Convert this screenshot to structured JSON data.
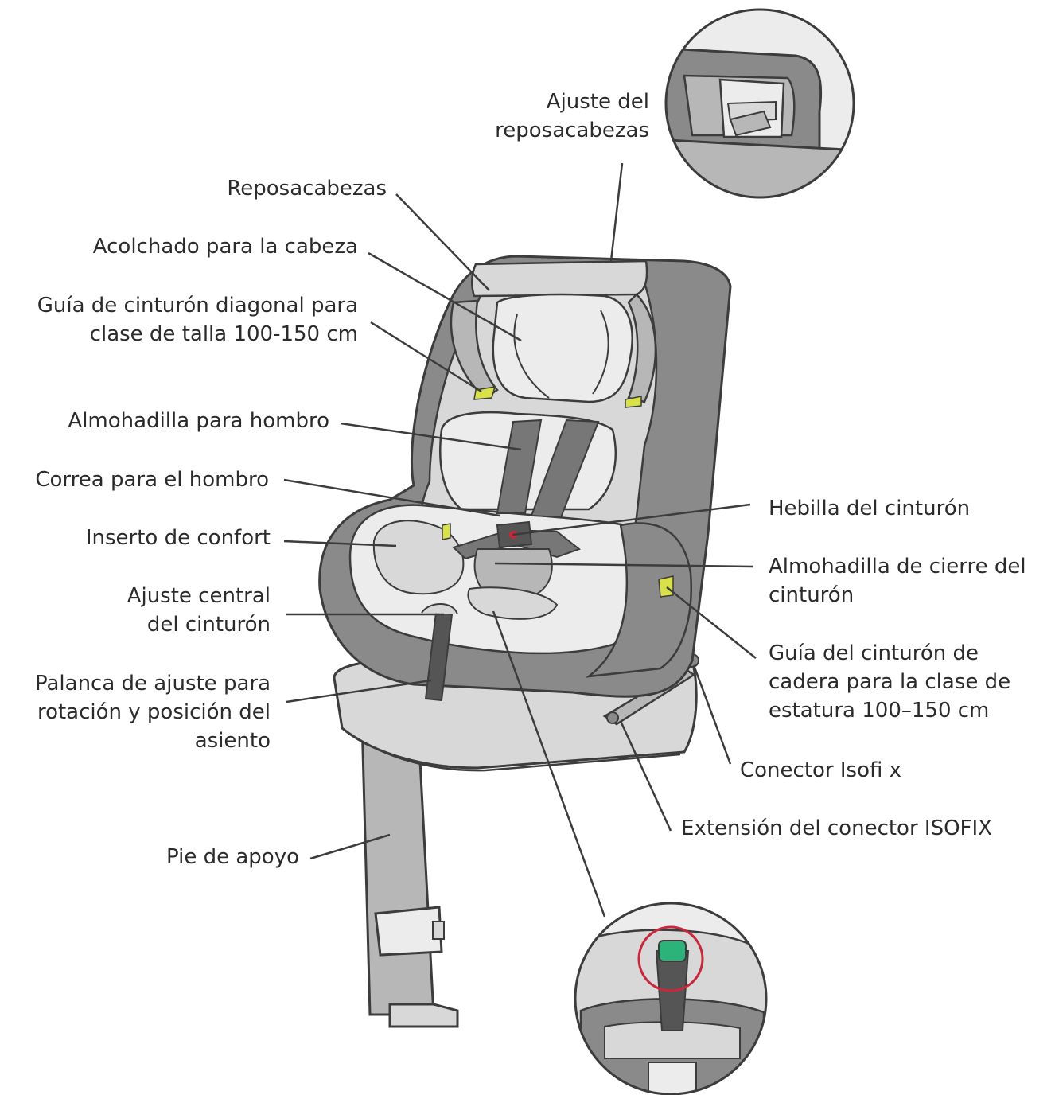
{
  "colors": {
    "outline": "#3c3c3c",
    "shell_dark": "#8a8a8a",
    "shell_mid": "#b7b7b7",
    "fabric_light": "#d8d8d8",
    "fabric_pale": "#ececec",
    "strap": "#777777",
    "accent_yellow": "#d8e04a",
    "accent_green": "#2bb37a",
    "accent_red": "#c8283c",
    "text": "#2b2b2b"
  },
  "labels": {
    "headrest_adjust": [
      "Ajuste del",
      "reposacabezas"
    ],
    "headrest": [
      "Reposacabezas"
    ],
    "head_padding": [
      "Acolchado para la cabeza"
    ],
    "diagonal_guide": [
      "Guía de cinturón diagonal para",
      "clase de talla 100-150 cm"
    ],
    "shoulder_pad": [
      "Almohadilla para hombro"
    ],
    "shoulder_strap": [
      "Correa para el hombro"
    ],
    "comfort_insert": [
      "Inserto de confort"
    ],
    "central_adjust": [
      "Ajuste central",
      "del cinturón"
    ],
    "lever": [
      "Palanca de ajuste para",
      "rotación y posición del",
      "asiento"
    ],
    "support_leg": [
      "Pie de apoyo"
    ],
    "buckle": [
      "Hebilla del cinturón"
    ],
    "buckle_pad": [
      "Almohadilla de cierre del",
      "cinturón"
    ],
    "lap_guide": [
      "Guía del cinturón de",
      "cadera para la clase de",
      "estatura 100–150 cm"
    ],
    "isofix_connector": [
      "Conector Isofi x"
    ],
    "isofix_extension": [
      "Extensión del conector ISOFIX"
    ]
  }
}
